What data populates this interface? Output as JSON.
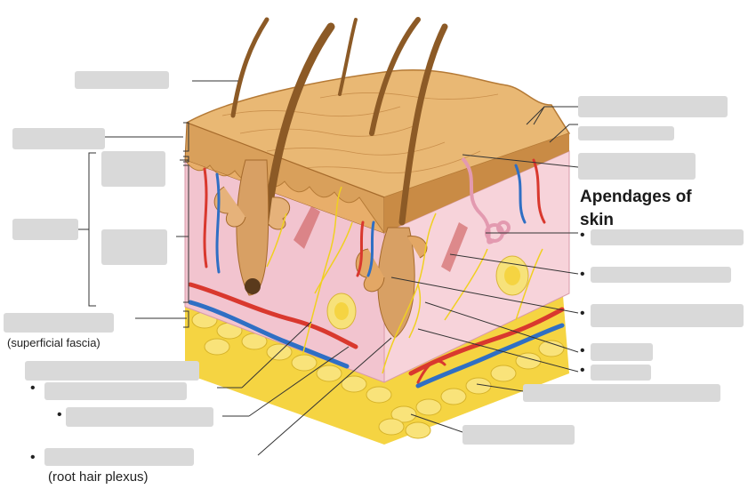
{
  "labels": {
    "appendages_heading_line1": "Apendages of",
    "appendages_heading_line2": "skin",
    "hypodermis_note": "(superficial fascia)",
    "root_hair_plexus_note": "(root hair plexus)"
  },
  "bullet_glyph": "•",
  "colors": {
    "blank_box": "#d9d9d9",
    "leader_line": "#333333",
    "epidermis": "#d9a05b",
    "dermis": "#f2c4cf",
    "fat": "#f5d442",
    "artery": "#d9382e",
    "vein": "#2f6fc4",
    "nerve": "#f0d020",
    "hair": "#8c5a26"
  }
}
